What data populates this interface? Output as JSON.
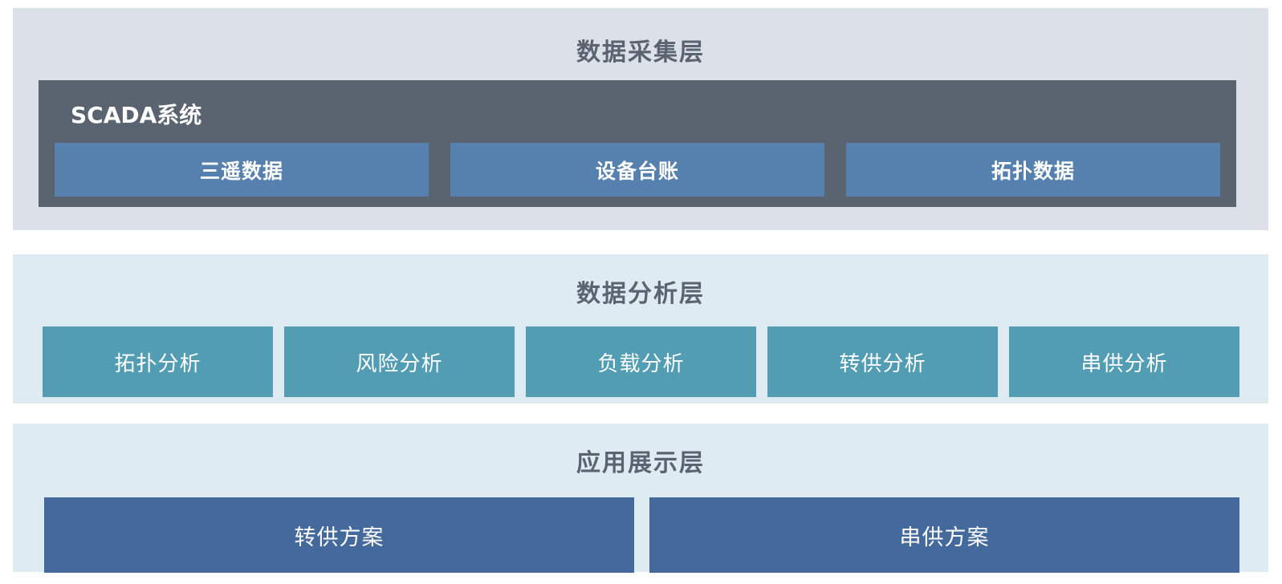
{
  "diagram_title_note": "three-tier system architecture diagram",
  "colors": {
    "page_background": "#ffffff",
    "collection_layer_background": "#dce0e9",
    "analysis_layer_background": "#deebf3",
    "application_layer_background": "#deebf3",
    "scada_group_background": "#5a6370",
    "scada_box_background": "#5680ad",
    "analysis_box_background": "#529cb4",
    "application_box_background": "#44699c",
    "title_text": "#5a6370",
    "box_text": "#ffffff"
  },
  "layers": {
    "collection": {
      "title": "数据采集层",
      "group_label": "SCADA系统",
      "boxes": [
        "三遥数据",
        "设备台账",
        "拓扑数据"
      ]
    },
    "analysis": {
      "title": "数据分析层",
      "boxes": [
        "拓扑分析",
        "风险分析",
        "负载分析",
        "转供分析",
        "串供分析"
      ]
    },
    "application": {
      "title": "应用展示层",
      "boxes": [
        "转供方案",
        "串供方案"
      ]
    }
  }
}
